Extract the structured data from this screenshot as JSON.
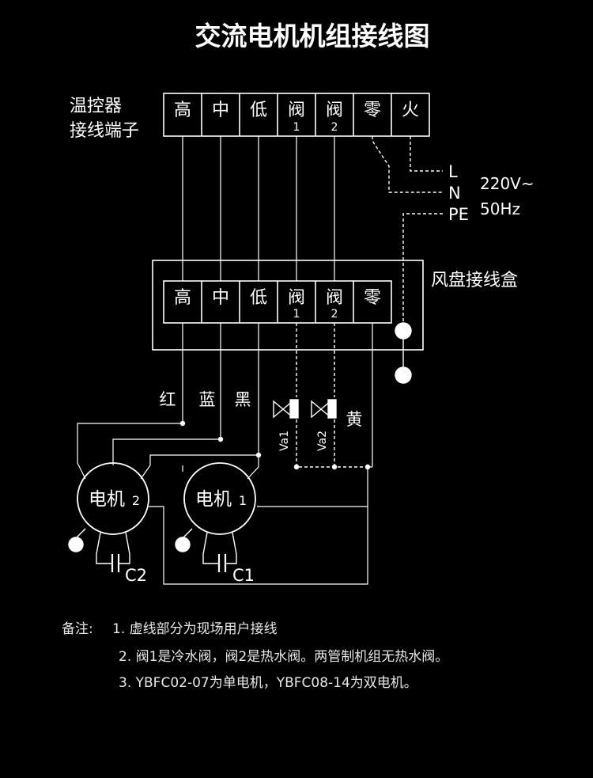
{
  "title": "交流电机机组接线图",
  "thermostat": {
    "label_line1": "温控器",
    "label_line2": "接线端子",
    "terminals": [
      {
        "label": "高",
        "sub": ""
      },
      {
        "label": "中",
        "sub": ""
      },
      {
        "label": "低",
        "sub": ""
      },
      {
        "label": "阀",
        "sub": "1"
      },
      {
        "label": "阀",
        "sub": "2"
      },
      {
        "label": "零",
        "sub": ""
      },
      {
        "label": "火",
        "sub": ""
      }
    ]
  },
  "power": {
    "lines": [
      "L",
      "N",
      "PE"
    ],
    "voltage": "220V~",
    "frequency": "50Hz"
  },
  "junction_box": {
    "label": "风盘接线盒",
    "terminals": [
      {
        "label": "高",
        "sub": ""
      },
      {
        "label": "中",
        "sub": ""
      },
      {
        "label": "低",
        "sub": ""
      },
      {
        "label": "阀",
        "sub": "1"
      },
      {
        "label": "阀",
        "sub": "2"
      },
      {
        "label": "零",
        "sub": ""
      }
    ]
  },
  "wire_colors": [
    "红",
    "蓝",
    "黑",
    "黄"
  ],
  "valves": [
    "Va1",
    "Va2"
  ],
  "motors": [
    {
      "name": "电机",
      "number": "2",
      "capacitor": "C2"
    },
    {
      "name": "电机",
      "number": "1",
      "capacitor": "C1"
    }
  ],
  "notes": {
    "prefix": "备注:",
    "items": [
      "1. 虚线部分为现场用户接线",
      "2. 阀1是冷水阀，阀2是热水阀。两管制机组无热水阀。",
      "3. YBFC02-07为单电机，YBFC08-14为双电机。"
    ]
  }
}
